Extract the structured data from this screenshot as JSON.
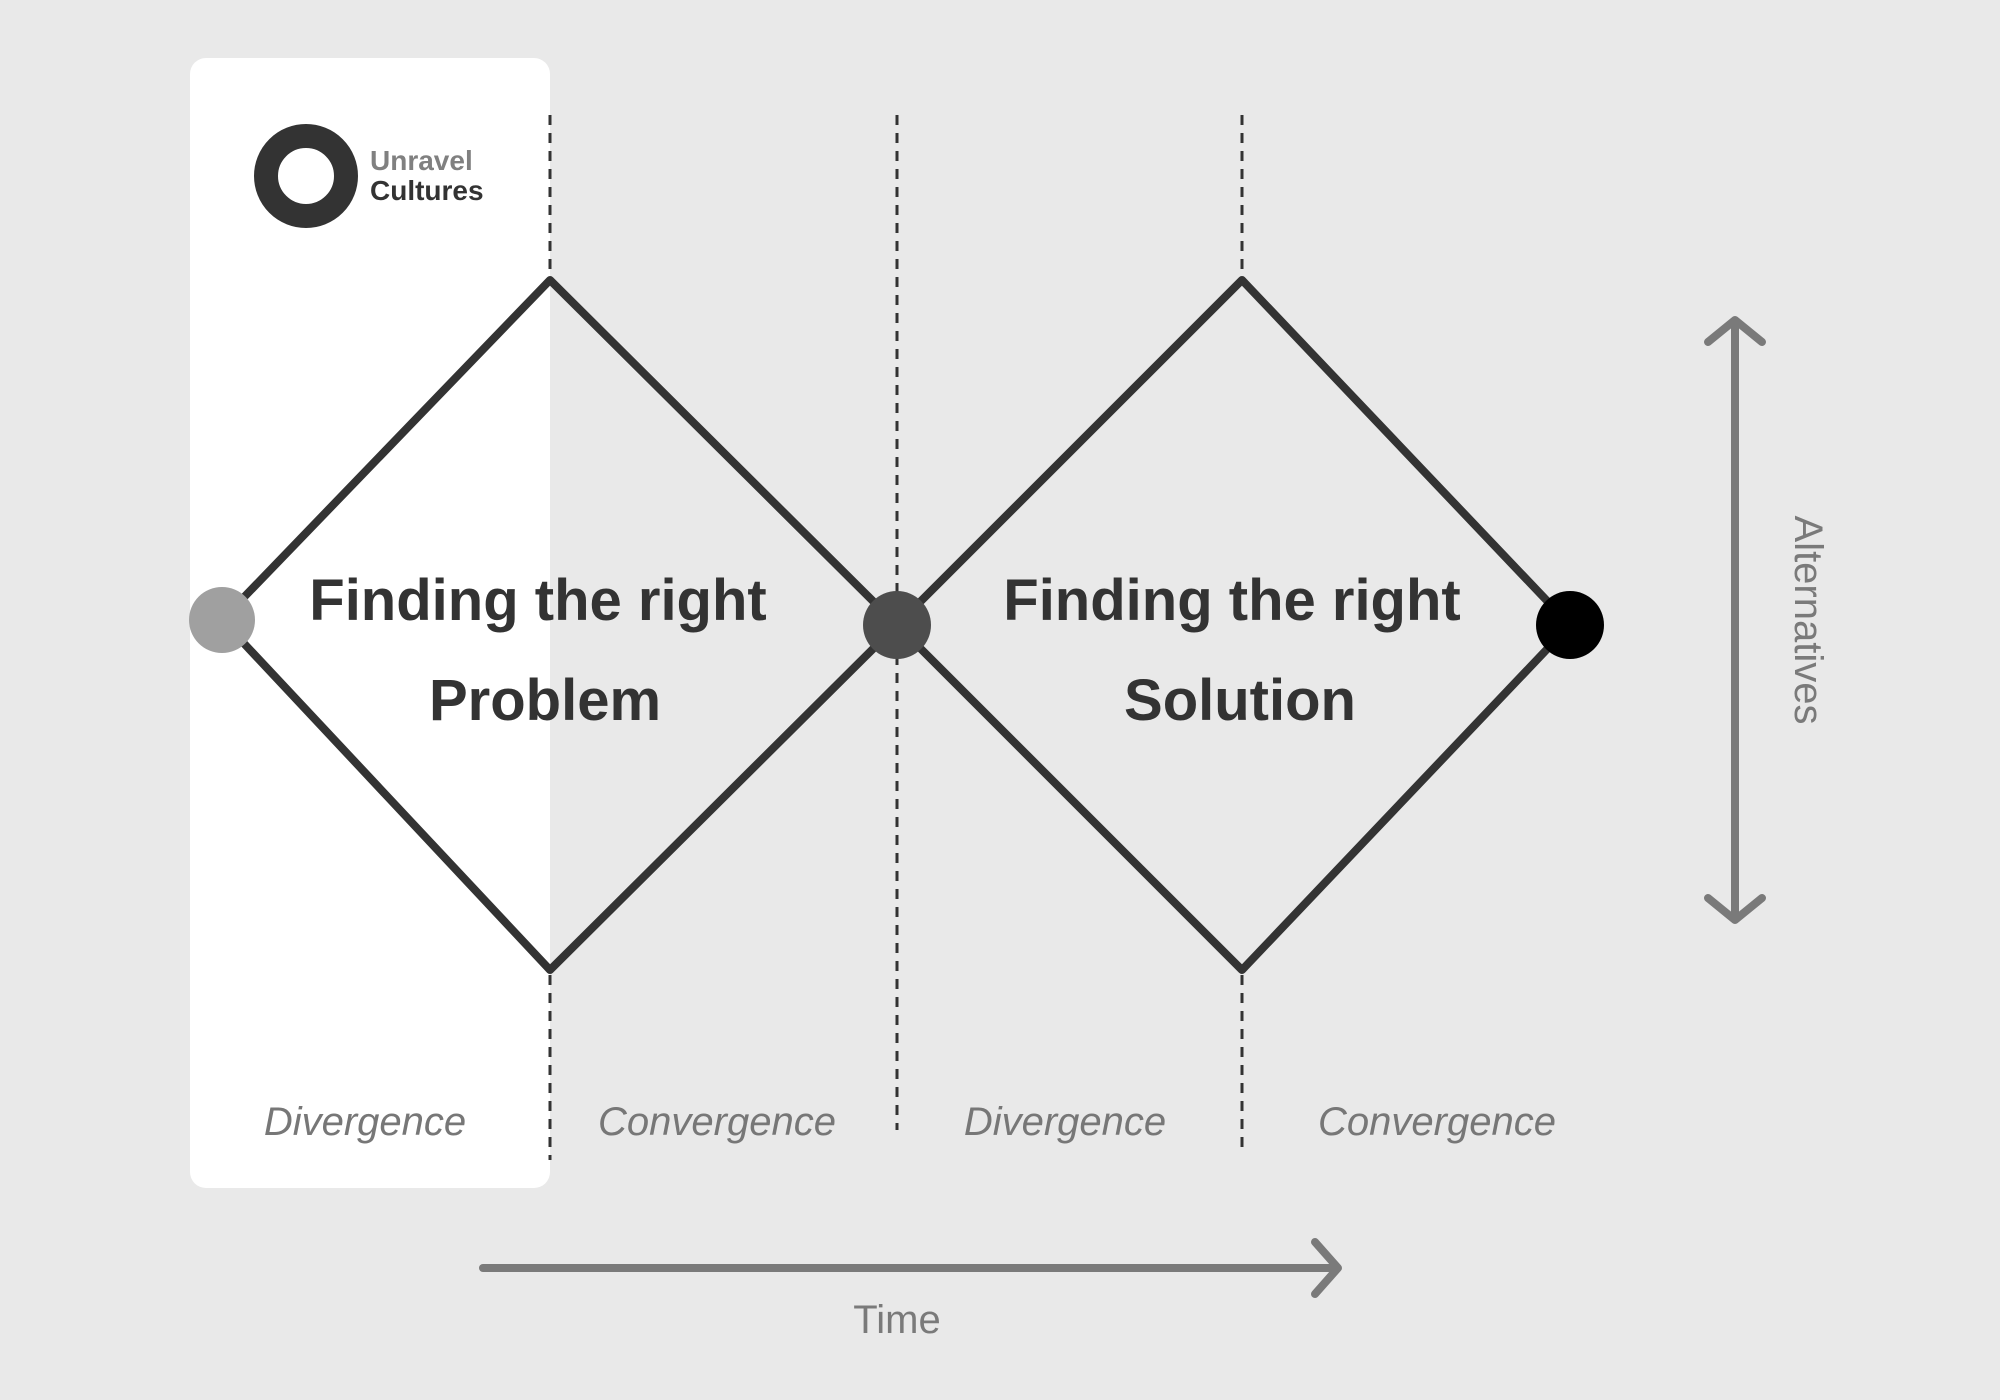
{
  "logo": {
    "line1": "Unravel",
    "line2": "Cultures"
  },
  "diamonds": [
    {
      "title_line1": "Finding the right",
      "title_line2": "Problem"
    },
    {
      "title_line1": "Finding the right",
      "title_line2": "Solution"
    }
  ],
  "phases": [
    "Divergence",
    "Convergence",
    "Divergence",
    "Convergence"
  ],
  "axes": {
    "x_label": "Time",
    "y_label": "Alternatives"
  },
  "colors": {
    "background": "#e9e9e9",
    "highlight_panel": "#ffffff",
    "diamond_stroke": "#333333",
    "node_start": "#a0a0a0",
    "node_middle": "#4d4d4d",
    "node_end": "#000000",
    "axis": "#7a7a7a",
    "phase_text": "#777777",
    "logo_light": "#808080",
    "logo_dark": "#333333"
  },
  "icons": {
    "logo_mark": "ring-logo-icon",
    "time_arrow": "arrow-right-icon",
    "alternatives_arrow": "double-arrow-vertical-icon"
  }
}
